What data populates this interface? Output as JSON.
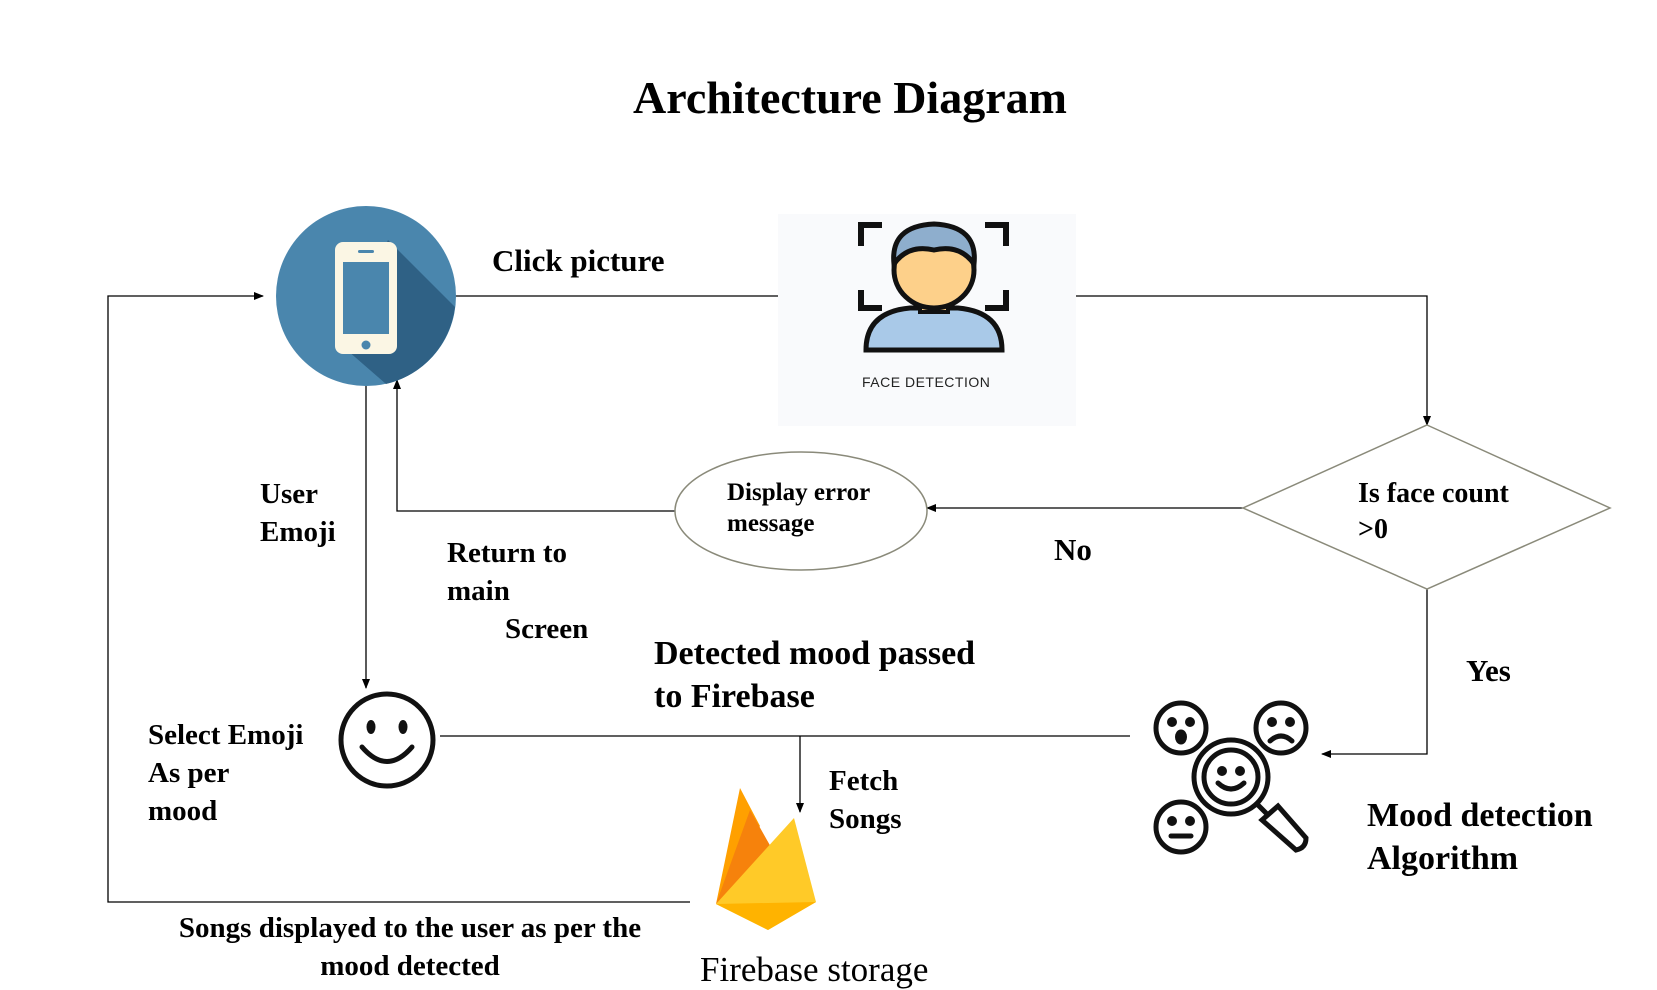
{
  "title": "Architecture Diagram",
  "nodes": {
    "face_detection": {
      "caption": "FACE DETECTION"
    },
    "decision": {
      "lines": [
        "Is face count",
        ">0"
      ]
    },
    "error": {
      "lines": [
        "Display error",
        "message"
      ]
    },
    "mood_algorithm": {
      "lines": [
        "Mood detection",
        "Algorithm"
      ]
    },
    "firebase": {
      "label": "Firebase storage"
    },
    "emoji_select": {
      "lines": [
        "Select Emoji",
        "As per",
        "mood"
      ]
    }
  },
  "edges": {
    "click_picture": "Click picture",
    "no": "No",
    "yes": "Yes",
    "return_main": [
      "Return to",
      "main",
      "Screen"
    ],
    "user_emoji": [
      "User",
      "Emoji"
    ],
    "mood_to_firebase": [
      "Detected mood passed",
      "to Firebase"
    ],
    "fetch_songs": [
      "Fetch",
      "Songs"
    ],
    "songs_displayed": [
      "Songs displayed to the user as per the",
      "mood detected"
    ]
  },
  "colors": {
    "phone_circle": "#4a86ad",
    "phone_shadow": "#2f6185",
    "phone_body": "#fbf6e4",
    "diamond_stroke": "#8a8a7a",
    "ellipse_stroke": "#8a8a7a",
    "firebase_yellow": "#ffca28",
    "firebase_orange": "#f6820c",
    "firebase_amber": "#ffa000",
    "face_skin": "#fdd08a",
    "face_hair": "#8eaecd",
    "face_shirt": "#a9c9e8"
  },
  "icons": [
    "mobile-phone-icon",
    "face-detection-icon",
    "smiley-icon",
    "mood-detection-icon",
    "firebase-icon"
  ]
}
